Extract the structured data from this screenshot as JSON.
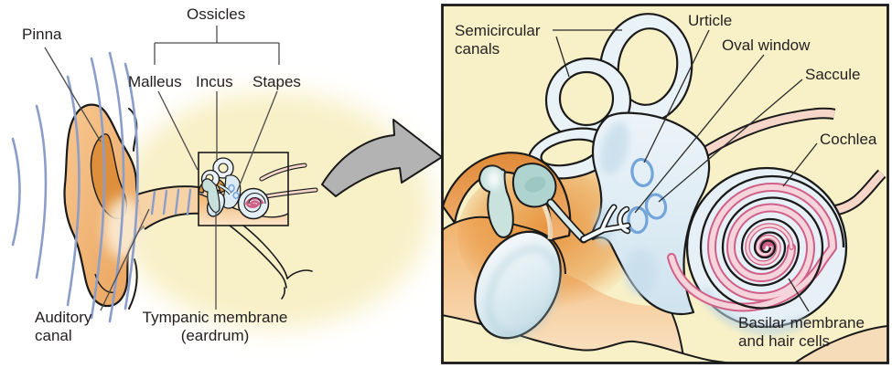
{
  "left_panel": {
    "labels": {
      "pinna": "Pinna",
      "ossicles": "Ossicles",
      "malleus": "Malleus",
      "incus": "Incus",
      "stapes": "Stapes",
      "auditory_canal": [
        "Auditory",
        "canal"
      ],
      "tympanic_membrane": [
        "Tympanic membrane",
        "(eardrum)"
      ]
    }
  },
  "right_panel": {
    "labels": {
      "semicircular_canals": [
        "Semicircular",
        "canals"
      ],
      "urticle": "Urticle",
      "oval_window": "Oval window",
      "saccule": "Saccule",
      "cochlea": "Cochlea",
      "basilar_membrane": [
        "Basilar membrane",
        "and hair cells"
      ]
    }
  },
  "colors": {
    "background": "#FFFFFF",
    "panel_background": "#F8F0C7",
    "outline": "#1A1A1A",
    "leader_line": "#4A4A4C",
    "skin_light": "#FAE4C6",
    "skin_orange": "#E8953F",
    "ear_orange": "#F3BA7D",
    "concha_orange": "#DE8F3C",
    "sound_wave_blue": "#8B9DC9",
    "inner_ear_blue": "#E6F0F6",
    "structure_teal": "#AFD3CF",
    "membrane_circle_blue": "#74A5DA",
    "cochlea_pink_fill": "#F6D4DB",
    "cochlea_rose": "#D06088",
    "nerve_pink": "#F5D6C9",
    "arrow_gray": "#B3B3B3",
    "label_text": "#231F20"
  }
}
